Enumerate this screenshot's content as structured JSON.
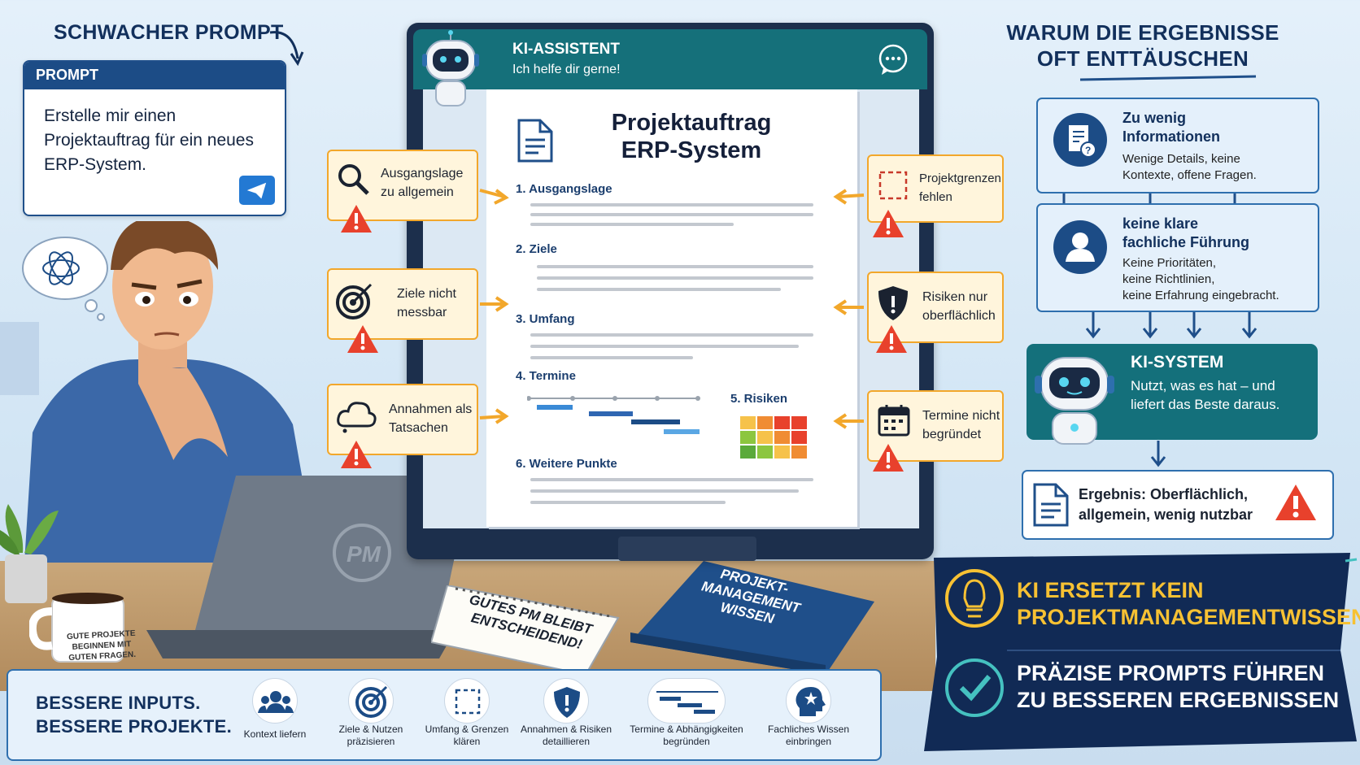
{
  "left": {
    "weak_prompt_title": "SCHWACHER PROMPT",
    "prompt_header": "PROMPT",
    "prompt_text": "Erstelle mir einen Projektauftrag für ein neues ERP-System.",
    "mug_text": "GUTE PROJEKTE BEGINNEN MIT GUTEN FRAGEN.",
    "laptop_logo": "PM",
    "notebook_text": "GUTES PM BLEIBT ENTSCHEIDEND!",
    "book_title": "PROJEKT-MANAGEMENT WISSEN"
  },
  "assistant": {
    "title": "KI-ASSISTENT",
    "subtitle": "Ich helfe dir gerne!"
  },
  "document": {
    "title_line1": "Projektauftrag",
    "title_line2": "ERP-System",
    "sections": [
      "1. Ausgangslage",
      "2. Ziele",
      "3. Umfang",
      "4. Termine",
      "5. Risiken",
      "6. Weitere Punkte"
    ]
  },
  "callouts_left": [
    {
      "icon": "magnifier-icon",
      "text_line1": "Ausgangslage",
      "text_line2": "zu allgemein"
    },
    {
      "icon": "target-icon",
      "text_line1": "Ziele nicht",
      "text_line2": "messbar"
    },
    {
      "icon": "cloud-icon",
      "text_line1": "Annahmen als",
      "text_line2": "Tatsachen"
    }
  ],
  "callouts_right": [
    {
      "icon": "boundary-icon",
      "text_line1": "Projektgrenzen",
      "text_line2": "fehlen"
    },
    {
      "icon": "shield-icon",
      "text_line1": "Risiken nur",
      "text_line2": "oberflächlich"
    },
    {
      "icon": "calendar-icon",
      "text_line1": "Termine nicht",
      "text_line2": "begründet"
    }
  ],
  "right": {
    "title_line1": "WARUM DIE ERGEBNISSE",
    "title_line2": "OFT ENTTÄUSCHEN",
    "box1": {
      "title_line1": "Zu wenig",
      "title_line2": "Informationen",
      "desc_line1": "Wenige Details, keine",
      "desc_line2": "Kontexte, offene Fragen."
    },
    "box2": {
      "title_line1": "keine klare",
      "title_line2": "fachliche Führung",
      "desc_line1": "Keine Prioritäten,",
      "desc_line2": "keine Richtlinien,",
      "desc_line3": "keine Erfahrung eingebracht."
    },
    "ki_title": "KI-SYSTEM",
    "ki_desc": "Nutzt, was es hat – und liefert das Beste daraus.",
    "result": "Ergebnis: Oberflächlich, allgemein, wenig nutzbar"
  },
  "banner": {
    "line1a": "KI ERSETZT KEIN",
    "line1b": "PROJEKTMANAGEMENTWISSEN",
    "line2a": "PRÄZISE PROMPTS FÜHREN",
    "line2b": "ZU BESSEREN ERGEBNISSEN"
  },
  "bottom": {
    "title_line1": "BESSERE INPUTS.",
    "title_line2": "BESSERE PROJEKTE.",
    "items": [
      {
        "icon": "people-icon",
        "label_line1": "Kontext liefern",
        "label_line2": ""
      },
      {
        "icon": "target-icon",
        "label_line1": "Ziele & Nutzen",
        "label_line2": "präzisieren"
      },
      {
        "icon": "boundary-icon",
        "label_line1": "Umfang & Grenzen",
        "label_line2": "klären"
      },
      {
        "icon": "shield-icon",
        "label_line1": "Annahmen & Risiken",
        "label_line2": "detaillieren"
      },
      {
        "icon": "gantt-icon",
        "label_line1": "Termine & Abhängigkeiten",
        "label_line2": "begründen"
      },
      {
        "icon": "head-star-icon",
        "label_line1": "Fachliches Wissen",
        "label_line2": "einbringen"
      }
    ]
  },
  "colors": {
    "navy": "#12305c",
    "teal": "#14707b",
    "orange": "#f2a72b",
    "warning_red": "#e8412c",
    "banner_yellow": "#f7c133"
  }
}
